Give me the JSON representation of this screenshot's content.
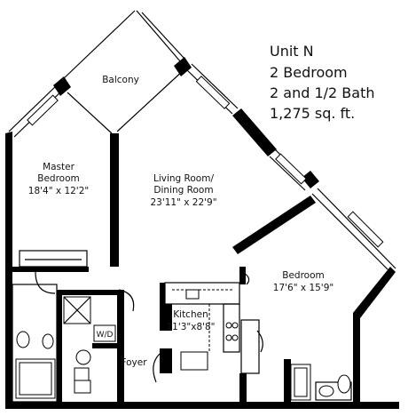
{
  "unit": {
    "name": "Unit N",
    "bedrooms": "2 Bedroom",
    "baths": "2 and 1/2 Bath",
    "area": "1,275 sq. ft."
  },
  "rooms": {
    "balcony": {
      "name": "Balcony"
    },
    "master": {
      "name1": "Master",
      "name2": "Bedroom",
      "size": "18'4\" x 12'2\""
    },
    "living": {
      "name1": "Living Room/",
      "name2": "Dining Room",
      "size": "23'11\" x 22'9\""
    },
    "bedroom": {
      "name": "Bedroom",
      "size": "17'6\" x 15'9\""
    },
    "kitchen": {
      "name": "Kitchen",
      "size": "11'3\"x8'8\""
    },
    "foyer": {
      "name": "Foyer"
    },
    "wd": {
      "name": "W/D"
    }
  }
}
